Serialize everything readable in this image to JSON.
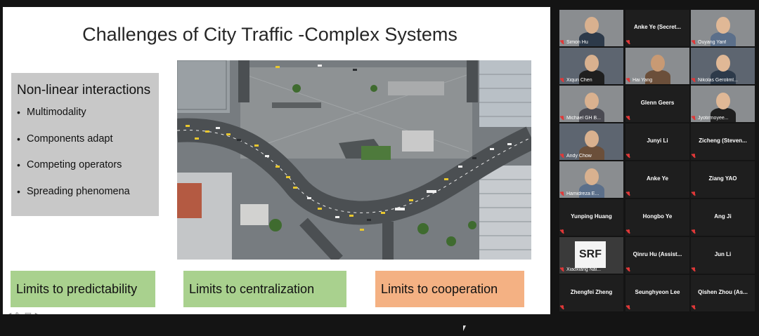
{
  "slide": {
    "title": "Challenges of City Traffic -Complex Systems",
    "bullet_heading": "Non-linear interactions",
    "bullets": [
      "Multimodality",
      "Components adapt",
      "Competing operators",
      "Spreading phenomena"
    ],
    "limits": [
      "Limits to predictability",
      "Limits to centralization",
      "Limits to cooperation"
    ]
  },
  "participants": [
    {
      "name": "Simon Hu",
      "video": true
    },
    {
      "name": "Anke Ye (Secret...",
      "video": false
    },
    {
      "name": "Ouyang Yanf",
      "video": true
    },
    {
      "name": "Xiqun Chen",
      "video": true
    },
    {
      "name": "Hai Yang",
      "video": true
    },
    {
      "name": "Nikolas Geroliml...",
      "video": true,
      "active": true
    },
    {
      "name": "Michael GH B...",
      "video": true
    },
    {
      "name": "Glenn Geers",
      "video": false
    },
    {
      "name": "Jyotirmoyee...",
      "video": true
    },
    {
      "name": "Andy Chow",
      "video": true
    },
    {
      "name": "Junyi Li",
      "video": false
    },
    {
      "name": "Zicheng (Steven...",
      "video": false
    },
    {
      "name": "Hamidreza E...",
      "video": true
    },
    {
      "name": "Anke Ye",
      "video": false
    },
    {
      "name": "Ziang YAO",
      "video": false
    },
    {
      "name": "Yunping Huang",
      "video": false
    },
    {
      "name": "Hongbo Ye",
      "video": false
    },
    {
      "name": "Ang Ji",
      "video": false
    },
    {
      "name": "Xiaoxiang Nai...",
      "video": true,
      "logo_text": "SRF"
    },
    {
      "name": "Qinru Hu (Assist...",
      "video": false
    },
    {
      "name": "Jun Li",
      "video": false
    },
    {
      "name": "Zhengfei Zheng",
      "video": false
    },
    {
      "name": "Seunghyeon Lee",
      "video": false
    },
    {
      "name": "Qishen Zhou (As...",
      "video": false
    }
  ],
  "colors": {
    "limit_green": "#a9d18e",
    "limit_orange": "#f4b183",
    "bullet_box": "#c8c8c8",
    "active_speaker": "#c6e04a",
    "mic_muted": "#e03838"
  }
}
